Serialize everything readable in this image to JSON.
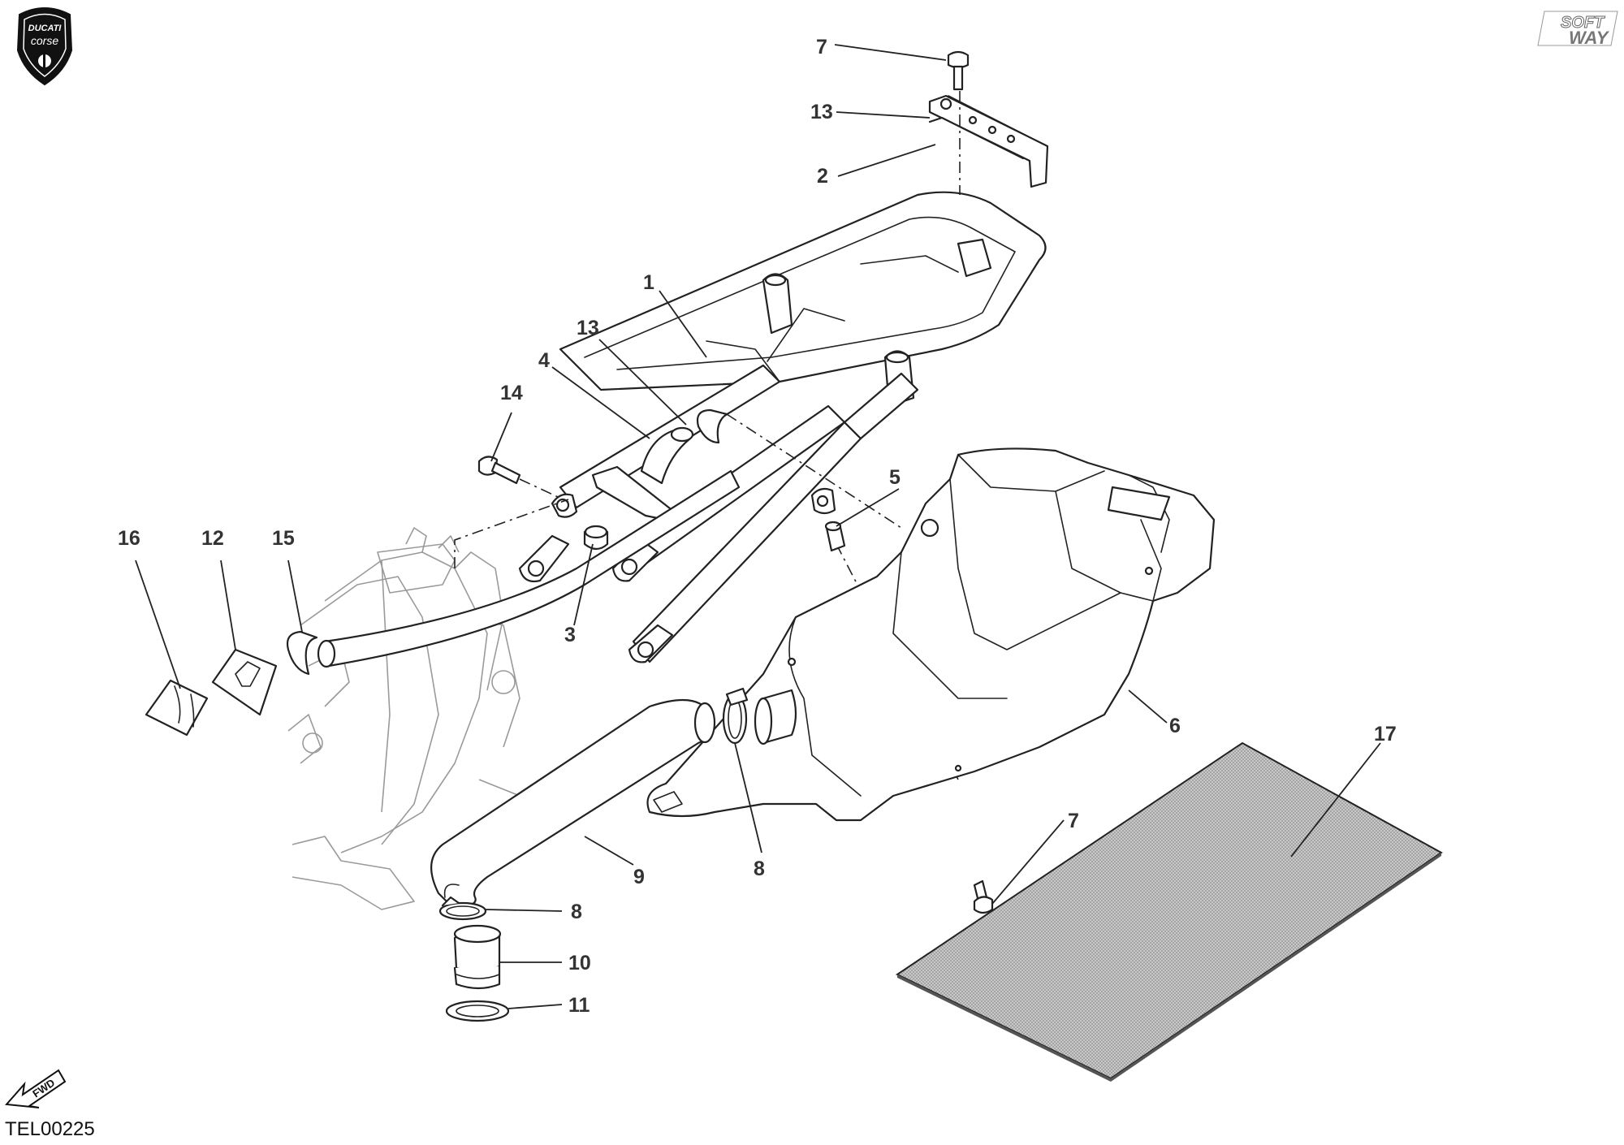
{
  "brand": {
    "logo_left_top": "DUCATI",
    "logo_left_bottom": "corse",
    "logo_right_top": "SOFT",
    "logo_right_bottom": "WAY"
  },
  "drawing_code": "TEL00225",
  "fwd_label": "FWD",
  "callouts": [
    {
      "id": "c1",
      "label": "1"
    },
    {
      "id": "c2",
      "label": "2"
    },
    {
      "id": "c3",
      "label": "3"
    },
    {
      "id": "c4",
      "label": "4"
    },
    {
      "id": "c5",
      "label": "5"
    },
    {
      "id": "c6",
      "label": "6"
    },
    {
      "id": "c7a",
      "label": "7"
    },
    {
      "id": "c7b",
      "label": "7"
    },
    {
      "id": "c8a",
      "label": "8"
    },
    {
      "id": "c8b",
      "label": "8"
    },
    {
      "id": "c9",
      "label": "9"
    },
    {
      "id": "c10",
      "label": "10"
    },
    {
      "id": "c11",
      "label": "11"
    },
    {
      "id": "c12",
      "label": "12"
    },
    {
      "id": "c13a",
      "label": "13"
    },
    {
      "id": "c13b",
      "label": "13"
    },
    {
      "id": "c14",
      "label": "14"
    },
    {
      "id": "c15",
      "label": "15"
    },
    {
      "id": "c16",
      "label": "16"
    },
    {
      "id": "c17",
      "label": "17"
    }
  ]
}
